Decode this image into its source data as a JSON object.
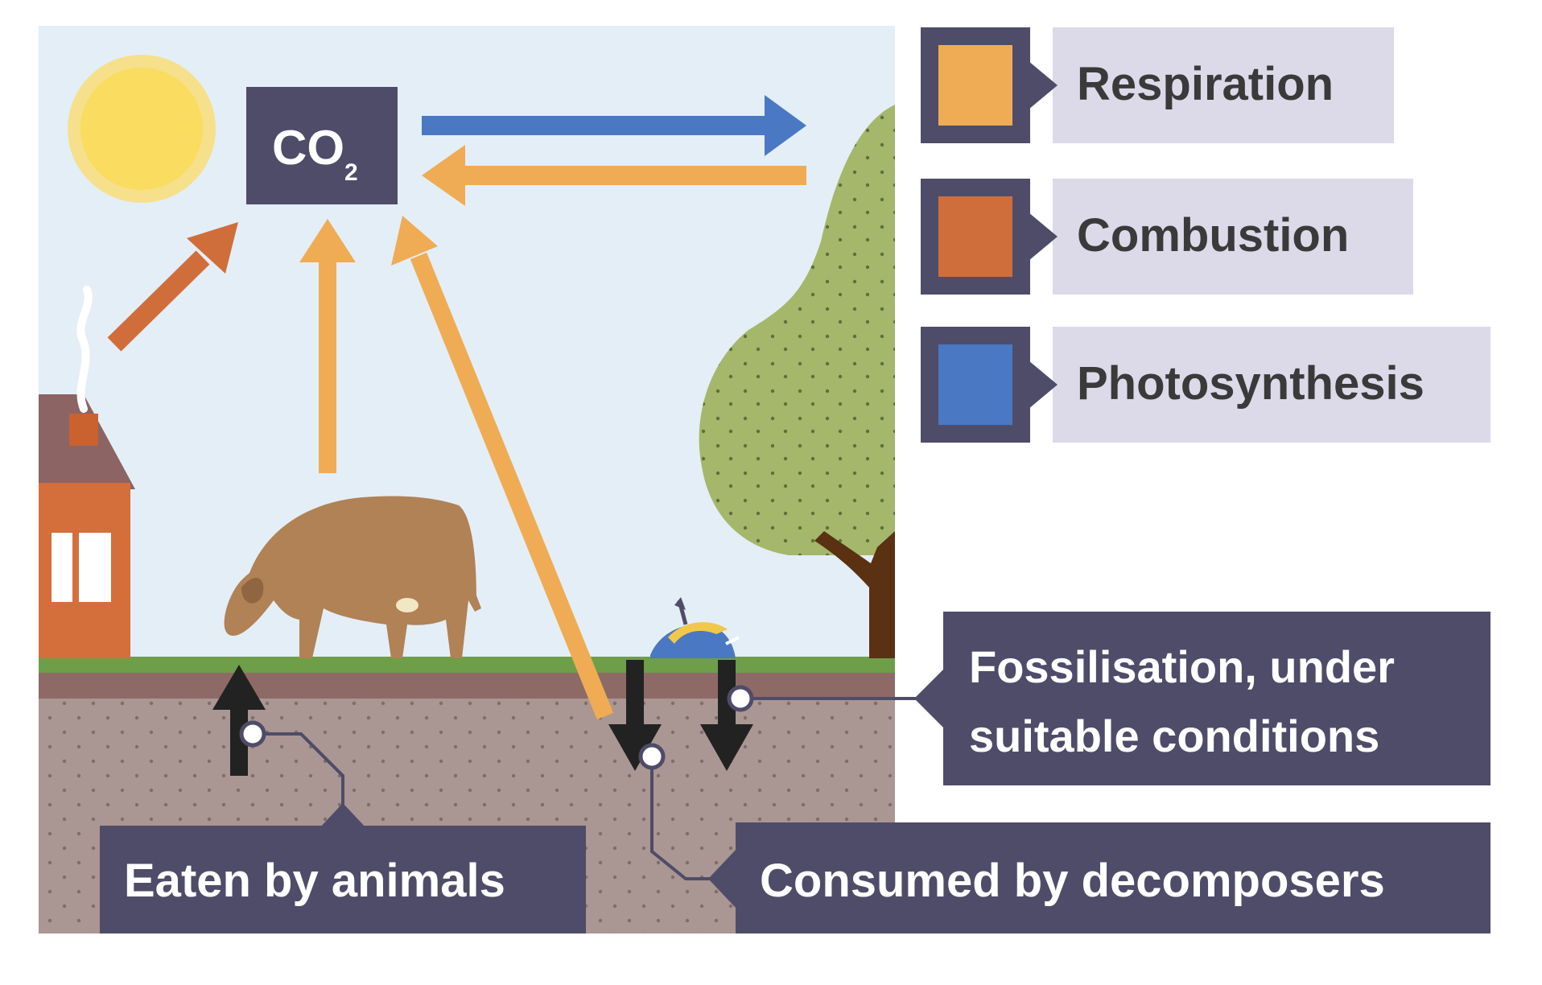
{
  "co2": {
    "main": "CO",
    "sub": "2"
  },
  "legend": [
    {
      "label": "Respiration",
      "color": "#efac54"
    },
    {
      "label": "Combustion",
      "color": "#d06e3b"
    },
    {
      "label": "Photosynthesis",
      "color": "#4a78c2"
    }
  ],
  "labels": {
    "fossilisation_line1": "Fossilisation, under",
    "fossilisation_line2": "suitable conditions",
    "eaten": "Eaten by animals",
    "consumed": "Consumed by decomposers"
  },
  "colors": {
    "box": "#4f4c69",
    "legend_bg": "#dcdae9",
    "sky": "#e4eef7",
    "sun": "#f9dc60",
    "ground": "#aa9693",
    "grass": "#6e9e47",
    "tree": "#a5b76b",
    "trunk": "#5a3112",
    "cow": "#b08255",
    "house": "#d46e3b",
    "roof": "#8b6463",
    "down_arrow": "#222222"
  }
}
